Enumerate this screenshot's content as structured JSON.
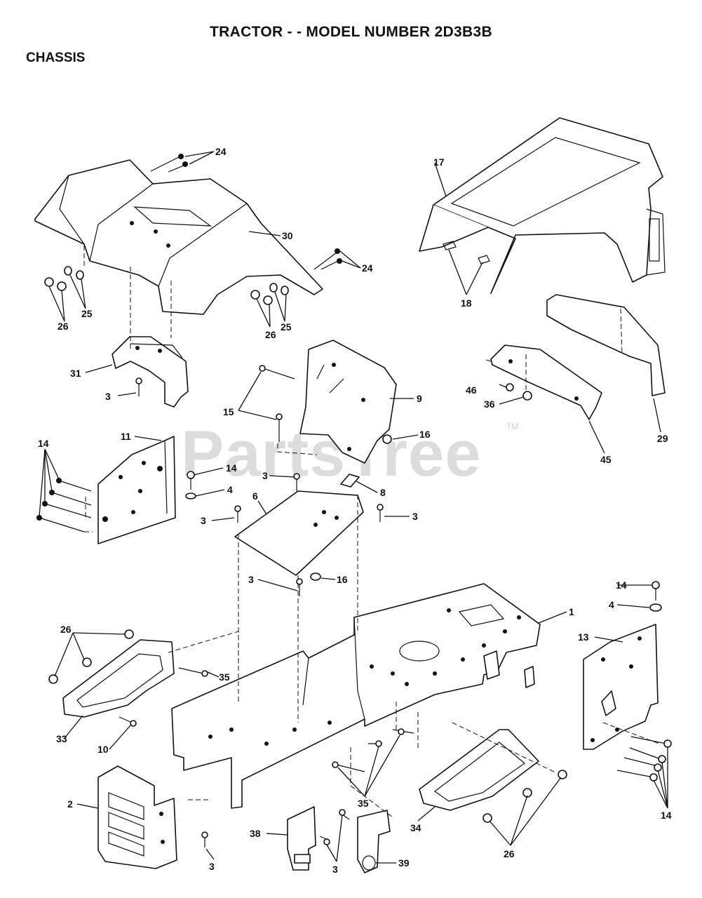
{
  "page": {
    "title": "TRACTOR - - MODEL NUMBER 2D3B3B",
    "section": "CHASSIS",
    "watermark": "PartsTree",
    "watermark_mark": "TM"
  },
  "callouts": {
    "c1": "1",
    "c2": "2",
    "c3a": "3",
    "c3b": "3",
    "c3c": "3",
    "c3d": "3",
    "c3e": "3",
    "c3f": "3",
    "c4a": "4",
    "c4b": "4",
    "c6": "6",
    "c8": "8",
    "c9": "9",
    "c10": "10",
    "c11": "11",
    "c13": "13",
    "c14a": "14",
    "c14b": "14",
    "c14c": "14",
    "c14d": "14",
    "c15": "15",
    "c16a": "16",
    "c16b": "16",
    "c17": "17",
    "c18": "18",
    "c24a": "24",
    "c24b": "24",
    "c25a": "25",
    "c25b": "25",
    "c26a": "26",
    "c26b": "26",
    "c26c": "26",
    "c26d": "26",
    "c29": "29",
    "c30": "30",
    "c31": "31",
    "c33": "33",
    "c34": "34",
    "c35a": "35",
    "c35b": "35",
    "c36": "36",
    "c38": "38",
    "c39": "39",
    "c45": "45",
    "c46": "46"
  }
}
